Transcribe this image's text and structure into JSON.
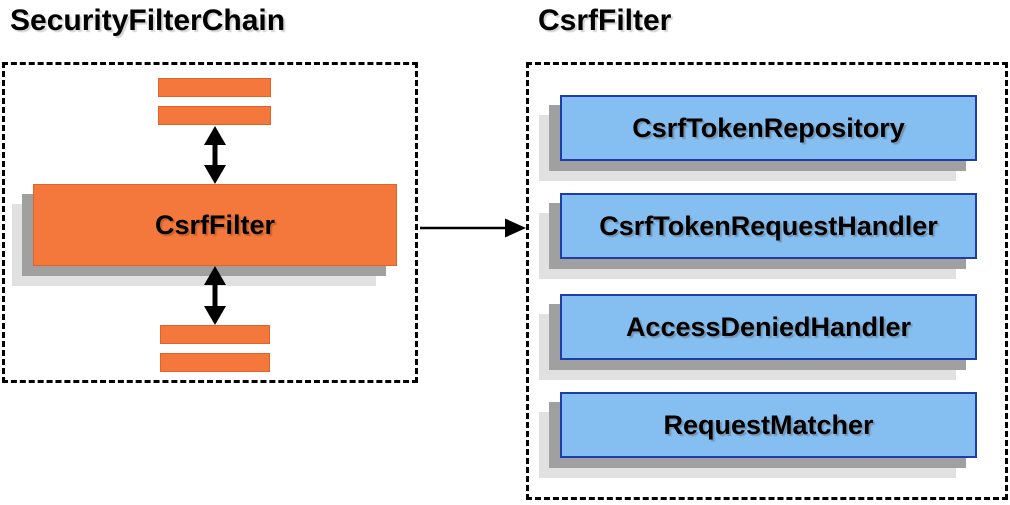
{
  "diagram": {
    "left_panel": {
      "title": "SecurityFilterChain",
      "filter_box": {
        "label": "CsrfFilter"
      },
      "other_filters": "unlabeled-filter-bars"
    },
    "right_panel": {
      "title": "CsrfFilter",
      "components": [
        {
          "label": "CsrfTokenRepository"
        },
        {
          "label": "CsrfTokenRequestHandler"
        },
        {
          "label": "AccessDeniedHandler"
        },
        {
          "label": "RequestMatcher"
        }
      ]
    },
    "colors": {
      "orange_fill": "#f4783c",
      "orange_border": "#e0632a",
      "blue_fill": "#85bff2",
      "blue_border": "#1e3caa",
      "shadow_dark": "#a0a0a0",
      "shadow_light": "#e1e1e1",
      "arrow_color": "#000000",
      "text_color": "#000000"
    }
  }
}
